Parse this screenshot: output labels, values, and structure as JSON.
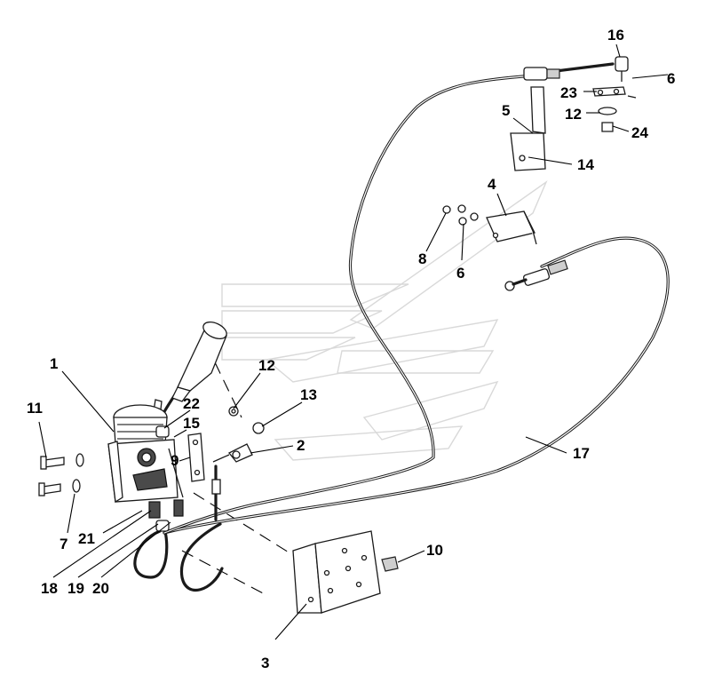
{
  "callouts": {
    "c1": "1",
    "c2": "2",
    "c3": "3",
    "c4": "4",
    "c5": "5",
    "c6a": "6",
    "c6b": "6",
    "c7": "7",
    "c8": "8",
    "c9": "9",
    "c10": "10",
    "c11": "11",
    "c12a": "12",
    "c12b": "12",
    "c13": "13",
    "c14": "14",
    "c15": "15",
    "c16": "16",
    "c17": "17",
    "c18": "18",
    "c19": "19",
    "c20": "20",
    "c21": "21",
    "c22": "22",
    "c23": "23",
    "c24": "24"
  },
  "colors": {
    "line": "#1a1a1a",
    "watermark": "#d9d9d9",
    "background": "#ffffff"
  }
}
